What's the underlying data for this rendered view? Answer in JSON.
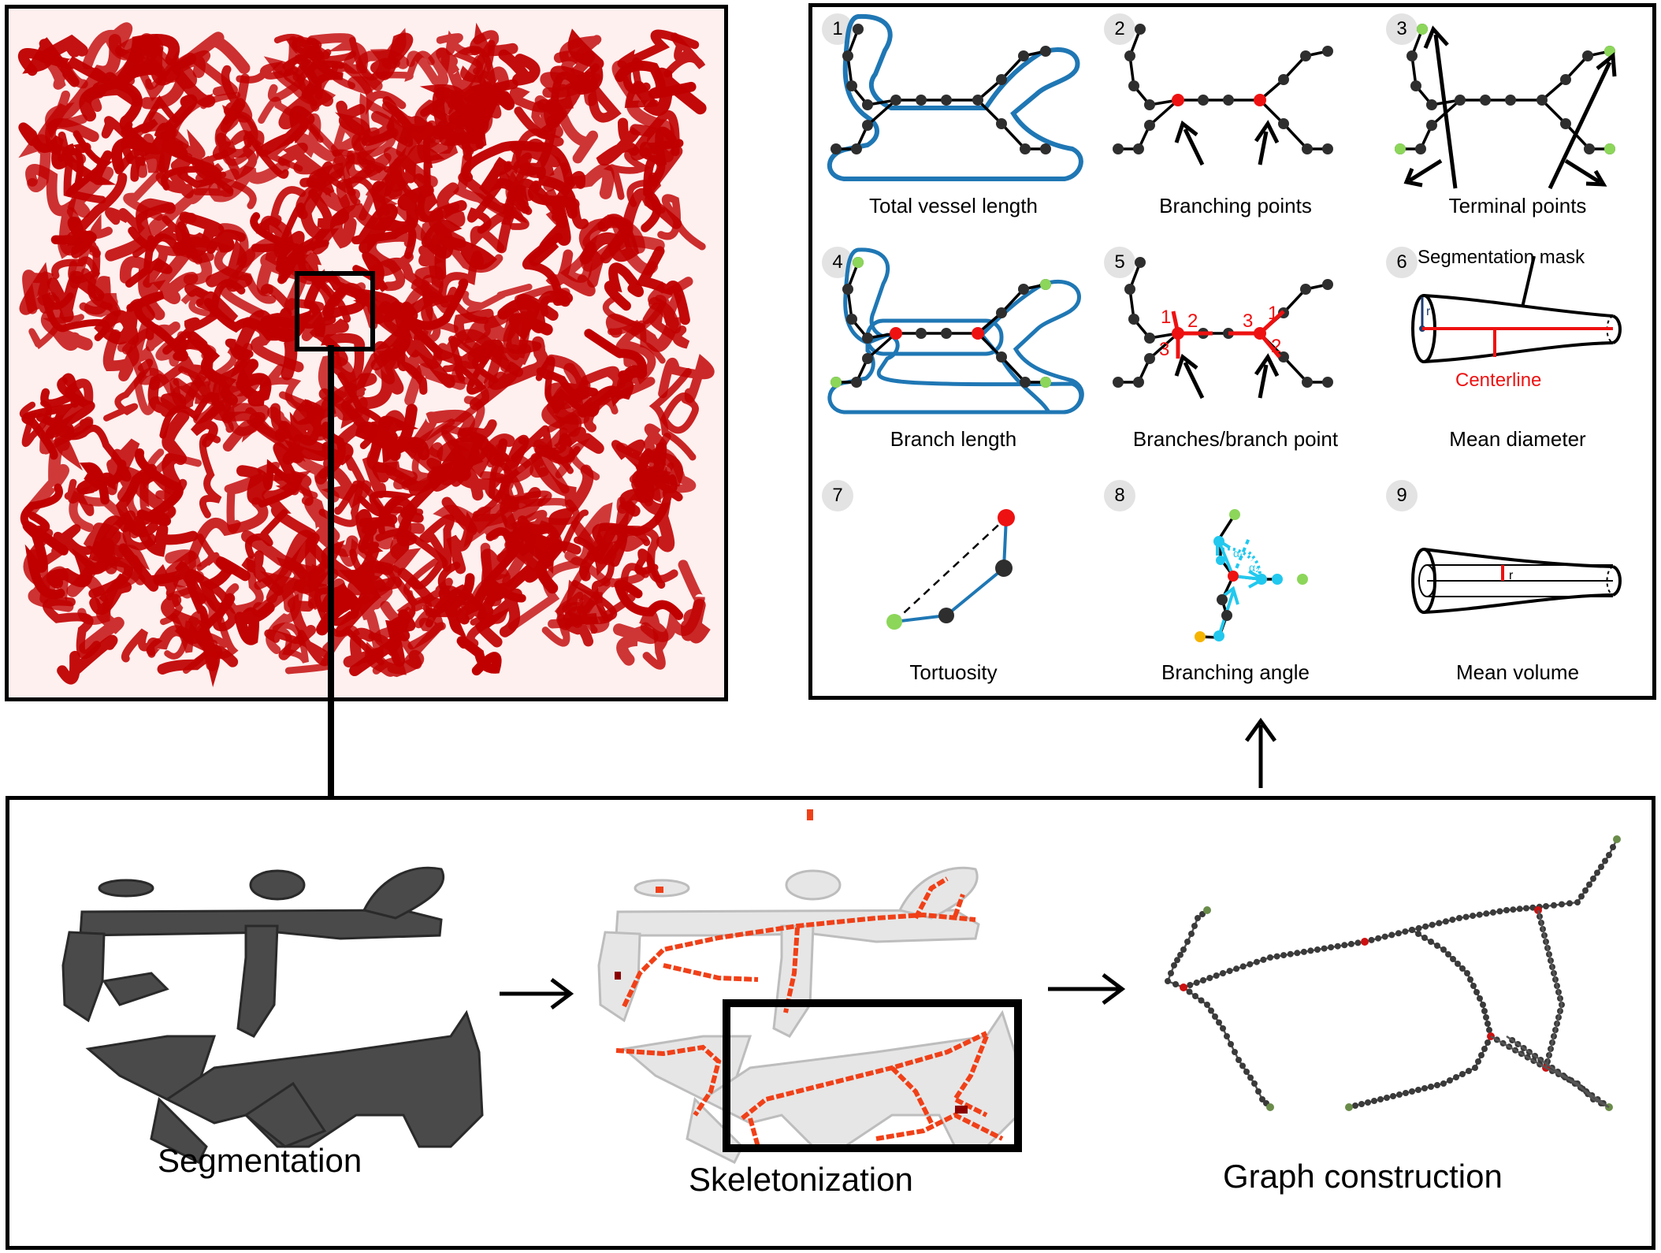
{
  "metrics": [
    {
      "number": "1",
      "label": "Total vessel length"
    },
    {
      "number": "2",
      "label": "Branching points"
    },
    {
      "number": "3",
      "label": "Terminal points"
    },
    {
      "number": "4",
      "label": "Branch length"
    },
    {
      "number": "5",
      "label": "Branches/branch point"
    },
    {
      "number": "6",
      "label": "Mean diameter"
    },
    {
      "number": "7",
      "label": "Tortuosity"
    },
    {
      "number": "8",
      "label": "Branching angle"
    },
    {
      "number": "9",
      "label": "Mean volume"
    }
  ],
  "annotations": {
    "segmentation_mask": "Segmentation mask",
    "centerline": "Centerline",
    "radius": "r",
    "alpha1": "α₁",
    "alpha2": "α₂",
    "branch_counts_left": [
      "1",
      "2",
      "3"
    ],
    "branch_counts_right": [
      "3",
      "1",
      "2"
    ]
  },
  "pipeline": {
    "stages": [
      "Segmentation",
      "Skeletonization",
      "Graph construction"
    ]
  },
  "colors": {
    "vessel_red": "#c00000",
    "volume_background": "#fdf0ef",
    "mask_blue": "#1f77b4",
    "node_dark": "#2e2e2e",
    "branch_point": "#ee1111",
    "terminal_green": "#8cd65a",
    "angle_cyan": "#22c8ee",
    "start_orange": "#f5b400",
    "skeleton_orange": "#f04018",
    "segmentation_gray": "#4a4a4a"
  }
}
